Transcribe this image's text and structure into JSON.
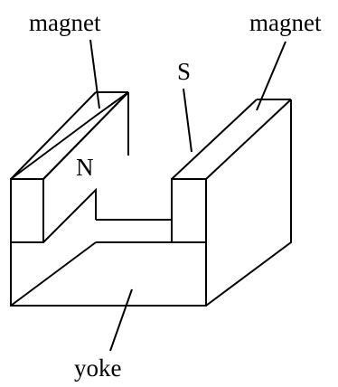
{
  "labels": {
    "magnet_left": "magnet",
    "magnet_right": "magnet",
    "pole_north": "N",
    "pole_south": "S",
    "yoke": "yoke"
  },
  "colors": {
    "line": "#000000",
    "background": "#ffffff"
  }
}
